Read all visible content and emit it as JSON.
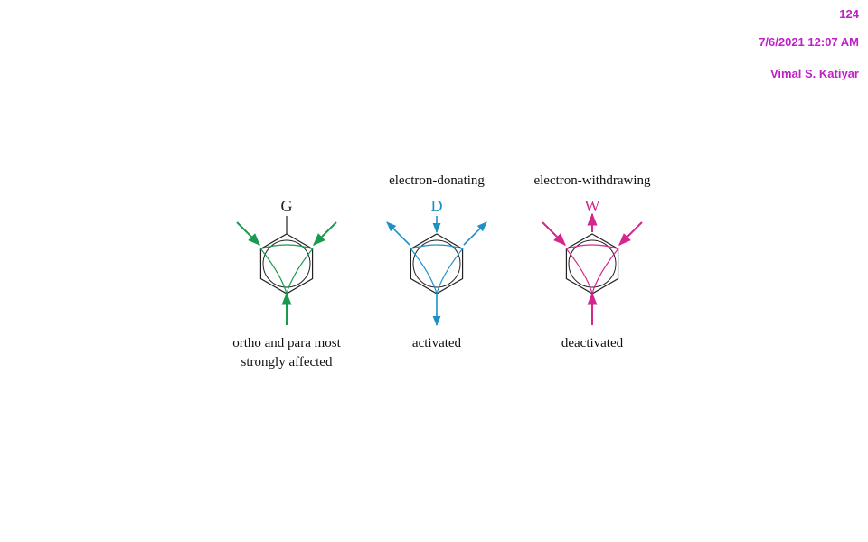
{
  "header": {
    "page_number": "124",
    "datetime": "7/6/2021 12:07 AM",
    "author": "Vimal S. Katiyar"
  },
  "panels": [
    {
      "substituent": "G",
      "top_label": "",
      "caption_lines": [
        "ortho and para most",
        "strongly affected"
      ],
      "color": "#1a9a50"
    },
    {
      "substituent": "D",
      "top_label": "electron-donating",
      "caption_lines": [
        "activated"
      ],
      "color": "#1e90c8"
    },
    {
      "substituent": "W",
      "top_label": "electron-withdrawing",
      "caption_lines": [
        "deactivated"
      ],
      "color": "#d4268c"
    }
  ]
}
